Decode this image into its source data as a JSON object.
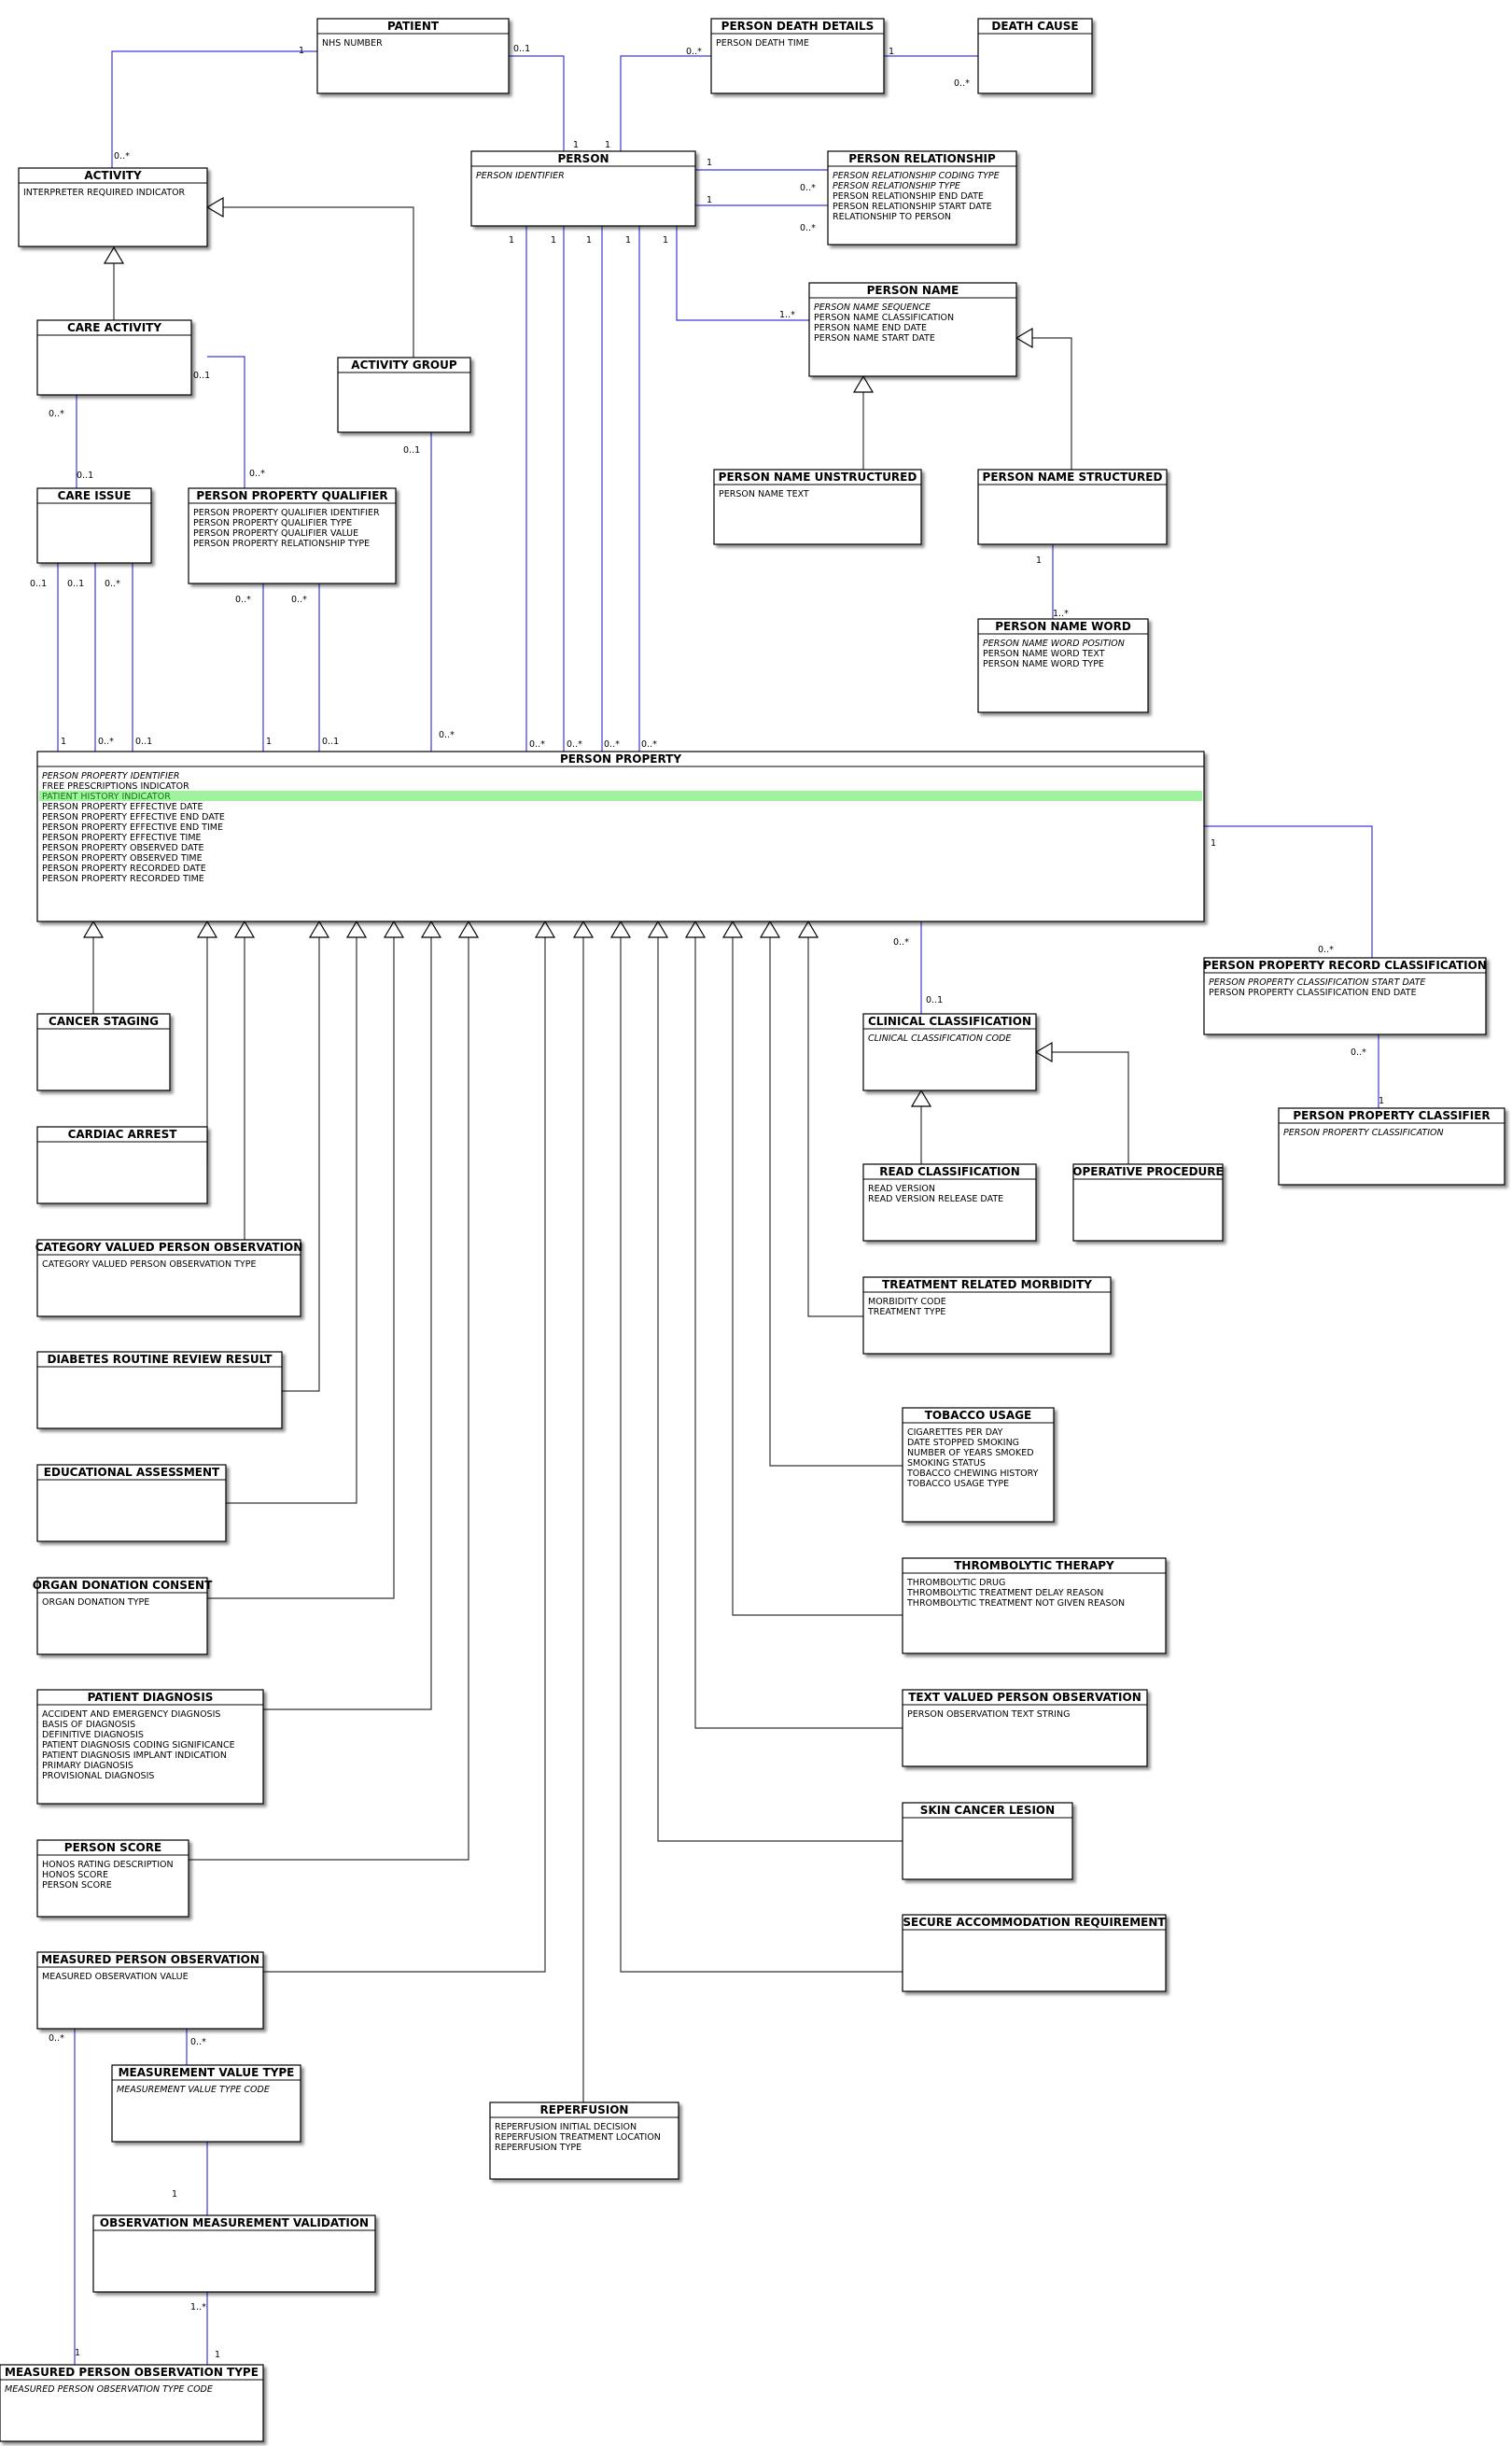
{
  "diagram": {
    "classes": {
      "patient": {
        "name": "PATIENT",
        "attrs": [
          {
            "t": "NHS NUMBER"
          }
        ]
      },
      "person_death_details": {
        "name": "PERSON DEATH DETAILS",
        "attrs": [
          {
            "t": "PERSON DEATH TIME"
          }
        ]
      },
      "death_cause": {
        "name": "DEATH CAUSE",
        "attrs": []
      },
      "activity": {
        "name": "ACTIVITY",
        "attrs": [
          {
            "t": "INTERPRETER REQUIRED INDICATOR"
          }
        ]
      },
      "person": {
        "name": "PERSON",
        "attrs": [
          {
            "t": "PERSON IDENTIFIER",
            "i": true
          }
        ]
      },
      "person_relationship": {
        "name": "PERSON RELATIONSHIP",
        "attrs": [
          {
            "t": "PERSON RELATIONSHIP CODING TYPE",
            "i": true
          },
          {
            "t": "PERSON RELATIONSHIP TYPE",
            "i": true
          },
          {
            "t": "PERSON RELATIONSHIP END DATE"
          },
          {
            "t": "PERSON RELATIONSHIP START DATE"
          },
          {
            "t": "RELATIONSHIP TO PERSON"
          }
        ]
      },
      "care_activity": {
        "name": "CARE ACTIVITY",
        "attrs": []
      },
      "activity_group": {
        "name": "ACTIVITY GROUP",
        "attrs": []
      },
      "person_name": {
        "name": "PERSON NAME",
        "attrs": [
          {
            "t": "PERSON NAME SEQUENCE",
            "i": true
          },
          {
            "t": "PERSON NAME CLASSIFICATION"
          },
          {
            "t": "PERSON NAME END DATE"
          },
          {
            "t": "PERSON NAME START DATE"
          }
        ]
      },
      "care_issue": {
        "name": "CARE ISSUE",
        "attrs": []
      },
      "person_property_qualifier": {
        "name": "PERSON PROPERTY QUALIFIER",
        "attrs": [
          {
            "t": "PERSON PROPERTY QUALIFIER IDENTIFIER"
          },
          {
            "t": "PERSON PROPERTY QUALIFIER TYPE"
          },
          {
            "t": "PERSON PROPERTY QUALIFIER VALUE"
          },
          {
            "t": "PERSON PROPERTY RELATIONSHIP TYPE"
          }
        ]
      },
      "person_name_unstructured": {
        "name": "PERSON NAME UNSTRUCTURED",
        "attrs": [
          {
            "t": "PERSON NAME TEXT"
          }
        ]
      },
      "person_name_structured": {
        "name": "PERSON NAME STRUCTURED",
        "attrs": []
      },
      "person_name_word": {
        "name": "PERSON NAME WORD",
        "attrs": [
          {
            "t": "PERSON NAME WORD POSITION",
            "i": true
          },
          {
            "t": "PERSON NAME WORD TEXT"
          },
          {
            "t": "PERSON NAME WORD TYPE"
          }
        ]
      },
      "person_property": {
        "name": "PERSON PROPERTY",
        "attrs": [
          {
            "t": "PERSON PROPERTY IDENTIFIER",
            "i": true
          },
          {
            "t": "FREE PRESCRIPTIONS INDICATOR"
          },
          {
            "t": "PATIENT HISTORY INDICATOR",
            "hl": true
          },
          {
            "t": "PERSON PROPERTY EFFECTIVE DATE"
          },
          {
            "t": "PERSON PROPERTY EFFECTIVE END DATE"
          },
          {
            "t": "PERSON PROPERTY EFFECTIVE END TIME"
          },
          {
            "t": "PERSON PROPERTY EFFECTIVE TIME"
          },
          {
            "t": "PERSON PROPERTY OBSERVED DATE"
          },
          {
            "t": "PERSON PROPERTY OBSERVED TIME"
          },
          {
            "t": "PERSON PROPERTY RECORDED DATE"
          },
          {
            "t": "PERSON PROPERTY RECORDED TIME"
          }
        ]
      },
      "person_property_record_classification": {
        "name": "PERSON PROPERTY RECORD CLASSIFICATION",
        "attrs": [
          {
            "t": "PERSON PROPERTY CLASSIFICATION START DATE",
            "i": true
          },
          {
            "t": "PERSON PROPERTY CLASSIFICATION END DATE"
          }
        ]
      },
      "cancer_staging": {
        "name": "CANCER STAGING",
        "attrs": []
      },
      "clinical_classification": {
        "name": "CLINICAL CLASSIFICATION",
        "attrs": [
          {
            "t": "CLINICAL CLASSIFICATION CODE",
            "i": true
          }
        ]
      },
      "person_property_classifier": {
        "name": "PERSON PROPERTY CLASSIFIER",
        "attrs": [
          {
            "t": "PERSON PROPERTY CLASSIFICATION",
            "i": true
          }
        ]
      },
      "cardiac_arrest": {
        "name": "CARDIAC ARREST",
        "attrs": []
      },
      "read_classification": {
        "name": "READ CLASSIFICATION",
        "attrs": [
          {
            "t": "READ VERSION"
          },
          {
            "t": "READ VERSION RELEASE DATE"
          }
        ]
      },
      "operative_procedure": {
        "name": "OPERATIVE PROCEDURE",
        "attrs": []
      },
      "category_valued_person_observation": {
        "name": "CATEGORY VALUED PERSON OBSERVATION",
        "attrs": [
          {
            "t": "CATEGORY VALUED PERSON OBSERVATION TYPE"
          }
        ]
      },
      "treatment_related_morbidity": {
        "name": "TREATMENT RELATED MORBIDITY",
        "attrs": [
          {
            "t": "MORBIDITY CODE"
          },
          {
            "t": "TREATMENT TYPE"
          }
        ]
      },
      "diabetes_routine_review_result": {
        "name": "DIABETES ROUTINE REVIEW RESULT",
        "attrs": []
      },
      "tobacco_usage": {
        "name": "TOBACCO USAGE",
        "attrs": [
          {
            "t": "CIGARETTES PER DAY"
          },
          {
            "t": "DATE STOPPED SMOKING"
          },
          {
            "t": "NUMBER OF YEARS SMOKED"
          },
          {
            "t": "SMOKING STATUS"
          },
          {
            "t": "TOBACCO CHEWING HISTORY"
          },
          {
            "t": "TOBACCO USAGE TYPE"
          }
        ]
      },
      "educational_assessment": {
        "name": "EDUCATIONAL ASSESSMENT",
        "attrs": []
      },
      "thrombolytic_therapy": {
        "name": "THROMBOLYTIC THERAPY",
        "attrs": [
          {
            "t": "THROMBOLYTIC DRUG"
          },
          {
            "t": "THROMBOLYTIC TREATMENT DELAY REASON"
          },
          {
            "t": "THROMBOLYTIC TREATMENT NOT GIVEN REASON"
          }
        ]
      },
      "organ_donation_consent": {
        "name": "ORGAN DONATION CONSENT",
        "attrs": [
          {
            "t": "ORGAN DONATION TYPE"
          }
        ]
      },
      "patient_diagnosis": {
        "name": "PATIENT DIAGNOSIS",
        "attrs": [
          {
            "t": "ACCIDENT AND EMERGENCY DIAGNOSIS"
          },
          {
            "t": "BASIS OF DIAGNOSIS"
          },
          {
            "t": "DEFINITIVE DIAGNOSIS"
          },
          {
            "t": "PATIENT DIAGNOSIS CODING SIGNIFICANCE"
          },
          {
            "t": "PATIENT DIAGNOSIS IMPLANT INDICATION"
          },
          {
            "t": "PRIMARY DIAGNOSIS"
          },
          {
            "t": "PROVISIONAL DIAGNOSIS"
          }
        ]
      },
      "text_valued_person_observation": {
        "name": "TEXT VALUED PERSON OBSERVATION",
        "attrs": [
          {
            "t": "PERSON OBSERVATION TEXT STRING"
          }
        ]
      },
      "skin_cancer_lesion": {
        "name": "SKIN CANCER LESION",
        "attrs": []
      },
      "person_score": {
        "name": "PERSON SCORE",
        "attrs": [
          {
            "t": "HONOS RATING DESCRIPTION"
          },
          {
            "t": "HONOS SCORE"
          },
          {
            "t": "PERSON SCORE"
          }
        ]
      },
      "secure_accommodation_requirement": {
        "name": "SECURE ACCOMMODATION REQUIREMENT",
        "attrs": []
      },
      "measured_person_observation": {
        "name": "MEASURED PERSON OBSERVATION",
        "attrs": [
          {
            "t": "MEASURED OBSERVATION VALUE"
          }
        ]
      },
      "measurement_value_type": {
        "name": "MEASUREMENT VALUE TYPE",
        "attrs": [
          {
            "t": "MEASUREMENT VALUE TYPE CODE",
            "i": true
          }
        ]
      },
      "reperfusion": {
        "name": "REPERFUSION",
        "attrs": [
          {
            "t": "REPERFUSION INITIAL DECISION"
          },
          {
            "t": "REPERFUSION TREATMENT LOCATION"
          },
          {
            "t": "REPERFUSION TYPE"
          }
        ]
      },
      "observation_measurement_validation": {
        "name": "OBSERVATION MEASUREMENT VALIDATION",
        "attrs": []
      },
      "measured_person_observation_type": {
        "name": "MEASURED PERSON OBSERVATION TYPE",
        "attrs": [
          {
            "t": "MEASURED PERSON OBSERVATION TYPE CODE",
            "i": true
          }
        ]
      }
    },
    "multiplicities": [
      "1",
      "0..1",
      "0..*",
      "1..*"
    ]
  }
}
